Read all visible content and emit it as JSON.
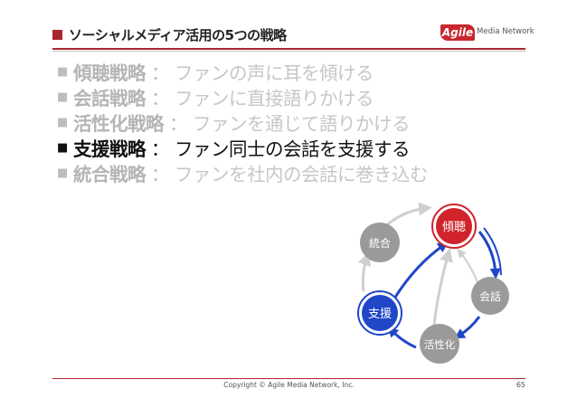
{
  "slide": {
    "title": "ソーシャルメディア活用の5つの戦略",
    "logo": {
      "mark": "Agile",
      "text": "Media Network"
    },
    "strategies": [
      {
        "bullet": "■",
        "name": "傾聴戦略",
        "colon": "：",
        "desc": "ファンの声に耳を傾ける",
        "state": "dim"
      },
      {
        "bullet": "■",
        "name": "会話戦略",
        "colon": "：",
        "desc": "ファンに直接語りかける",
        "state": "dim"
      },
      {
        "bullet": "■",
        "name": "活性化戦略",
        "colon": "：",
        "desc": "ファンを通じて語りかける",
        "state": "dim"
      },
      {
        "bullet": "■",
        "name": "支援戦略",
        "colon": "：",
        "desc": "ファン同士の会話を支援する",
        "state": "active"
      },
      {
        "bullet": "■",
        "name": "統合戦略",
        "colon": "：",
        "desc": "ファンを社内の会話に巻き込む",
        "state": "dim"
      }
    ],
    "cycle": {
      "nodes": [
        {
          "id": "listen",
          "label": "傾聴",
          "color": "#d0232b"
        },
        {
          "id": "talk",
          "label": "会話",
          "color": "#9a9a9a"
        },
        {
          "id": "energize",
          "label": "活性化",
          "color": "#9a9a9a"
        },
        {
          "id": "support",
          "label": "支援",
          "color": "#1f47c8"
        },
        {
          "id": "integrate",
          "label": "統合",
          "color": "#9a9a9a"
        }
      ],
      "accent_blue": "#1f47c8",
      "ring_gray": "#cfcfcf"
    },
    "footer": {
      "copyright": "Copyright © Agile Media Network, Inc.",
      "page": "65"
    },
    "accent_red": "#a8272e"
  }
}
